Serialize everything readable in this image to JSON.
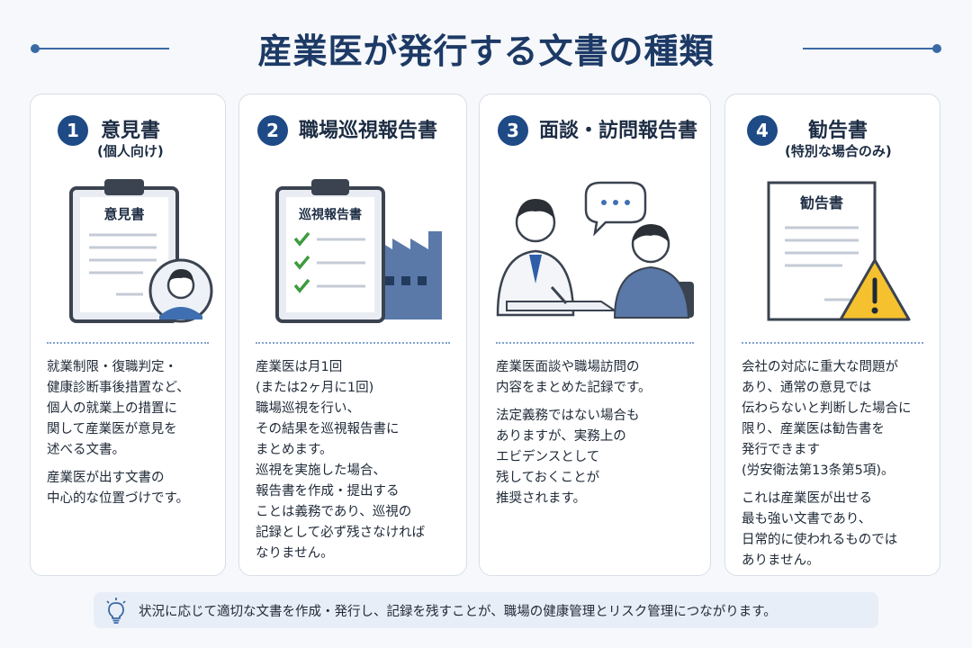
{
  "title": "産業医が発行する文書の種類",
  "cards": [
    {
      "number": "1",
      "title": "意見書",
      "subtitle": "(個人向け)",
      "doc_label": "意見書",
      "body": [
        "就業制限・復職判定・\n健康診断事後措置など、\n個人の就業上の措置に\n関して産業医が意見を\n述べる文書。",
        "産業医が出す文書の\n中心的な位置づけです。"
      ]
    },
    {
      "number": "2",
      "title": "職場巡視報告書",
      "subtitle": "",
      "doc_label": "巡視報告書",
      "body": [
        "産業医は月1回\n(または2ヶ月に1回)\n職場巡視を行い、\nその結果を巡視報告書に\nまとめます。\n巡視を実施した場合、\n報告書を作成・提出する\nことは義務であり、巡視の\n記録として必ず残さなければ\nなりません。"
      ]
    },
    {
      "number": "3",
      "title": "面談・訪問報告書",
      "subtitle": "",
      "doc_label": "",
      "body": [
        "産業医面談や職場訪問の\n内容をまとめた記録です。",
        "法定義務ではない場合も\nありますが、実務上の\nエビデンスとして\n残しておくことが\n推奨されます。"
      ]
    },
    {
      "number": "4",
      "title": "勧告書",
      "subtitle": "(特別な場合のみ)",
      "doc_label": "勧告書",
      "body": [
        "会社の対応に重大な問題が\nあり、通常の意見では\n伝わらないと判断した場合に\n限り、産業医は勧告書を\n発行できます\n(労安衛法第13条第5項)。",
        "これは産業医が出せる\n最も強い文書であり、\n日常的に使われるものでは\nありません。"
      ]
    }
  ],
  "footer": {
    "text": "状況に応じて適切な文書を作成・発行し、記録を残すことが、職場の健康管理とリスク管理につながります。"
  },
  "colors": {
    "navy": "#1e4a86",
    "title": "#1d3a66",
    "accent_line": "#3a6aa6",
    "check_green": "#3f9b3f",
    "warning_yellow": "#f5c12e"
  }
}
